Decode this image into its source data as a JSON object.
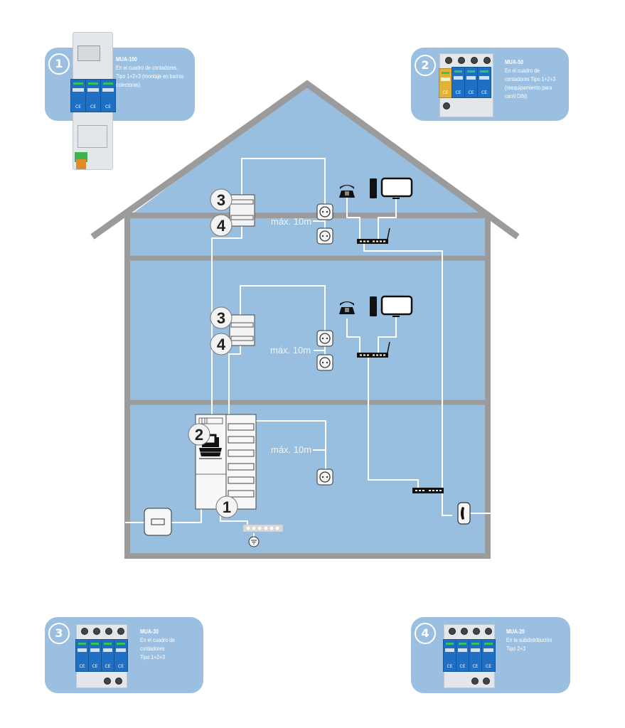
{
  "colors": {
    "house_fill": "#98bfe0",
    "house_outline": "#9b9b9b",
    "card_fill": "#9bbfe0",
    "wire": "#ffffff",
    "device_dark": "#111111"
  },
  "products": [
    {
      "number": "1",
      "model": "MUA-100",
      "description": "En el cuadro de contadores.\nTipo 1+2+3 (montaje en barras\ncolectoras)"
    },
    {
      "number": "2",
      "model": "MUA-50",
      "description": "En el cuadro de\ncontadores Tipo 1+2+3\n(reequipamiento para\ncarril DIN)"
    },
    {
      "number": "3",
      "model": "MUA-30",
      "description": "En el cuadro de\ncontadores\nTipo 1+2+3"
    },
    {
      "number": "4",
      "model": "MUA-20",
      "description": "En la subdistribución\nTipo 2+3"
    }
  ],
  "house": {
    "floors": [
      {
        "name": "attic",
        "distance_label": "máx. 10m",
        "markers": [
          "3",
          "4"
        ]
      },
      {
        "name": "first-floor",
        "distance_label": "máx. 10m",
        "markers": [
          "3",
          "4"
        ]
      },
      {
        "name": "ground-floor",
        "distance_label": "máx. 10m",
        "markers": [
          "2",
          "1"
        ]
      }
    ]
  },
  "icons": {
    "telephone": "telephone-icon",
    "computer": "computer-tower-icon",
    "monitor": "monitor-icon",
    "router": "router-icon",
    "socket": "power-socket-icon",
    "ground": "ground-icon",
    "phone_jack": "phone-jack-icon",
    "meter": "electricity-meter-icon",
    "switch": "network-switch-icon"
  }
}
